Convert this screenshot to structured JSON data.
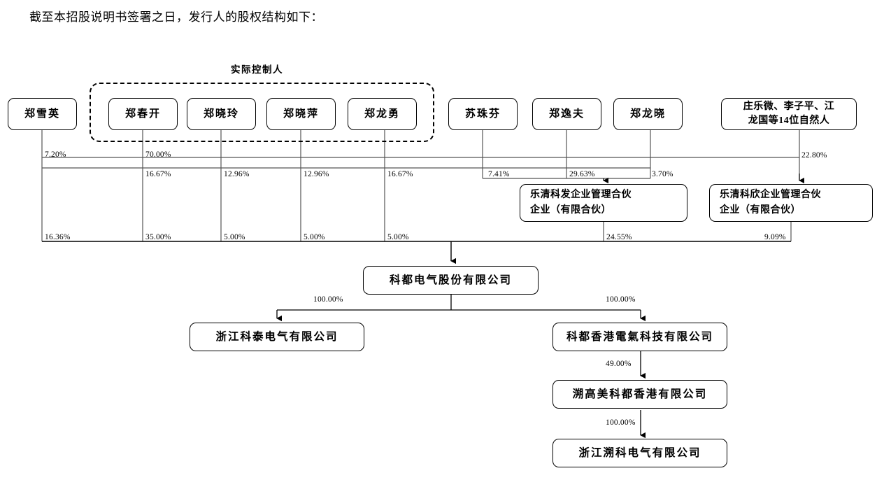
{
  "document": {
    "intro_text": "截至本招股说明书签署之日，发行人的股权结构如下："
  },
  "control_group": {
    "label": "实际控制人",
    "members": [
      "郑春开",
      "郑晓玲",
      "郑晓萍",
      "郑龙勇"
    ]
  },
  "chart_data": {
    "type": "diagram",
    "title": "发行人股权结构图",
    "nodes": [
      {
        "id": "p_zhengxueying",
        "label": "郑雪英",
        "kind": "person"
      },
      {
        "id": "p_zhengchunkai",
        "label": "郑春开",
        "kind": "person"
      },
      {
        "id": "p_zhengxiaoling",
        "label": "郑晓玲",
        "kind": "person"
      },
      {
        "id": "p_zhengxiaoping",
        "label": "郑晓萍",
        "kind": "person"
      },
      {
        "id": "p_zhenglongyong",
        "label": "郑龙勇",
        "kind": "person"
      },
      {
        "id": "p_suzhufen",
        "label": "苏珠芬",
        "kind": "person"
      },
      {
        "id": "p_zhengyifu",
        "label": "郑逸夫",
        "kind": "person"
      },
      {
        "id": "p_zhenglongxiao",
        "label": "郑龙晓",
        "kind": "person"
      },
      {
        "id": "p_others14",
        "label": "庄乐微、李子平、江龙国等14位自然人",
        "kind": "person-group"
      },
      {
        "id": "lp_kefa",
        "label": "乐清科发企业管理合伙企业（有限合伙）",
        "kind": "partnership"
      },
      {
        "id": "lp_kexin",
        "label": "乐清科欣企业管理合伙企业（有限合伙）",
        "kind": "partnership"
      },
      {
        "id": "c_issuer",
        "label": "科都电气股份有限公司",
        "kind": "company"
      },
      {
        "id": "c_ketai",
        "label": "浙江科泰电气有限公司",
        "kind": "company"
      },
      {
        "id": "c_hkelec",
        "label": "科都香港電氣科技有限公司",
        "kind": "company"
      },
      {
        "id": "c_sgmhk",
        "label": "溯高美科都香港有限公司",
        "kind": "company"
      },
      {
        "id": "c_sukezj",
        "label": "浙江溯科电气有限公司",
        "kind": "company"
      }
    ],
    "edges": [
      {
        "from": "p_zhengxueying",
        "to": "lp_kefa",
        "value": "7.20%"
      },
      {
        "from": "p_zhengchunkai",
        "to": "lp_kefa",
        "value": "70.00%"
      },
      {
        "from": "p_zhengchunkai",
        "to": "lp_kexin",
        "value": "16.67%"
      },
      {
        "from": "p_zhengxiaoling",
        "to": "lp_kexin",
        "value": "12.96%"
      },
      {
        "from": "p_zhengxiaoping",
        "to": "lp_kexin",
        "value": "12.96%"
      },
      {
        "from": "p_zhenglongyong",
        "to": "lp_kexin",
        "value": "16.67%"
      },
      {
        "from": "p_suzhufen",
        "to": "lp_kefa",
        "value": "7.41%"
      },
      {
        "from": "p_zhengyifu",
        "to": "lp_kefa",
        "value": "29.63%"
      },
      {
        "from": "p_zhenglongxiao",
        "to": "lp_kefa",
        "value": "3.70%"
      },
      {
        "from": "p_others14",
        "to": "lp_kexin",
        "value": "22.80%"
      },
      {
        "from": "p_zhengxueying",
        "to": "c_issuer",
        "value": "16.36%"
      },
      {
        "from": "p_zhengchunkai",
        "to": "c_issuer",
        "value": "35.00%"
      },
      {
        "from": "p_zhengxiaoling",
        "to": "c_issuer",
        "value": "5.00%"
      },
      {
        "from": "p_zhengxiaoping",
        "to": "c_issuer",
        "value": "5.00%"
      },
      {
        "from": "p_zhenglongyong",
        "to": "c_issuer",
        "value": "5.00%"
      },
      {
        "from": "lp_kefa",
        "to": "c_issuer",
        "value": "24.55%"
      },
      {
        "from": "lp_kexin",
        "to": "c_issuer",
        "value": "9.09%"
      },
      {
        "from": "c_issuer",
        "to": "c_ketai",
        "value": "100.00%"
      },
      {
        "from": "c_issuer",
        "to": "c_hkelec",
        "value": "100.00%"
      },
      {
        "from": "c_hkelec",
        "to": "c_sgmhk",
        "value": "49.00%"
      },
      {
        "from": "c_sgmhk",
        "to": "c_sukezj",
        "value": "100.00%"
      }
    ]
  },
  "nodes": {
    "zhengxueying": "郑雪英",
    "zhengchunkai": "郑春开",
    "zhengxiaoling": "郑晓玲",
    "zhengxiaoping": "郑晓萍",
    "zhenglongyong": "郑龙勇",
    "suzhufen": "苏珠芬",
    "zhengyifu": "郑逸夫",
    "zhenglongxiao": "郑龙晓",
    "others14_line1": "庄乐微、李子平、江",
    "others14_line2": "龙国等14位自然人",
    "kefa_line1": "乐清科发企业管理合伙",
    "kefa_line2": "企业（有限合伙）",
    "kexin_line1": "乐清科欣企业管理合伙",
    "kexin_line2": "企业（有限合伙）",
    "issuer": "科都电气股份有限公司",
    "ketai": "浙江科泰电气有限公司",
    "hkelec": "科都香港電氣科技有限公司",
    "sgmhk": "溯高美科都香港有限公司",
    "sukezj": "浙江溯科电气有限公司"
  },
  "percentages": {
    "xueying_kefa": "7.20%",
    "chunkai_kefa": "70.00%",
    "chunkai_kexin": "16.67%",
    "xiaoling_kexin": "12.96%",
    "xiaoping_kexin": "12.96%",
    "longyong_kexin": "16.67%",
    "suzhufen_kefa": "7.41%",
    "zhengyifu_kefa": "29.63%",
    "longxiao_kefa": "3.70%",
    "others14_kexin": "22.80%",
    "xueying_issuer": "16.36%",
    "chunkai_issuer": "35.00%",
    "xiaoling_issuer": "5.00%",
    "xiaoping_issuer": "5.00%",
    "longyong_issuer": "5.00%",
    "kefa_issuer": "24.55%",
    "kexin_issuer": "9.09%",
    "issuer_ketai": "100.00%",
    "issuer_hkelec": "100.00%",
    "hkelec_sgmhk": "49.00%",
    "sgmhk_sukezj": "100.00%"
  }
}
